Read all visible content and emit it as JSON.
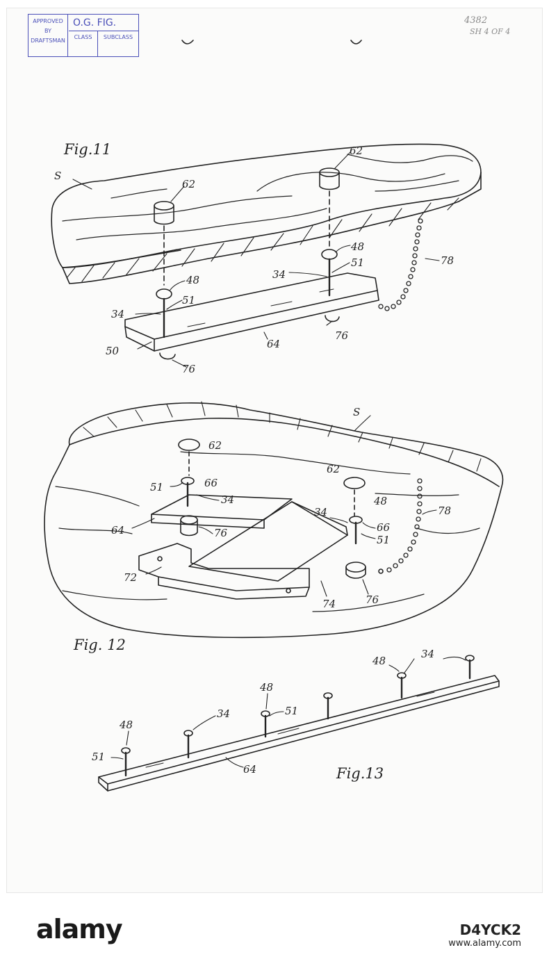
{
  "stamp": {
    "approved": "APPROVED",
    "by": "BY",
    "draftsman": "DRAFTSMAN",
    "og_fig": "O.G. FIG.",
    "class": "CLASS",
    "subclass": "SUBCLASS"
  },
  "corner_note": {
    "number": "4382",
    "sheet": "SH 4 OF 4"
  },
  "figures": {
    "fig11": {
      "title": "Fig.11",
      "labels": {
        "s": "S",
        "hole_left": "62",
        "hole_right": "62",
        "head_left": "48",
        "head_right": "48",
        "pin_left": "34",
        "pin_right": "34",
        "shank_left": "51",
        "shank_right": "51",
        "edge": "50",
        "plate": "64",
        "magnet_left": "76",
        "magnet_right": "76",
        "chain": "78"
      }
    },
    "fig12": {
      "title": "Fig. 12",
      "labels": {
        "s": "S",
        "hole_top": "62",
        "hole_right": "62",
        "shank_left": "51",
        "ring_left": "66",
        "pin_left": "34",
        "plate": "64",
        "magnet_left": "76",
        "head_right": "48",
        "pin_right": "34",
        "ring_right": "66",
        "shank_right": "51",
        "chain": "78",
        "bracket": "72",
        "cover": "74",
        "magnet_right": "76"
      }
    },
    "fig13": {
      "title": "Fig.13",
      "labels": {
        "head_a": "48",
        "head_b": "48",
        "head_c": "48",
        "pin_a": "34",
        "pin_b": "34",
        "shank_a": "51",
        "shank_b": "51",
        "strip": "64"
      }
    }
  },
  "footer": {
    "brand": "alamy",
    "image_id": "D4YCK2",
    "url": "www.alamy.com"
  }
}
